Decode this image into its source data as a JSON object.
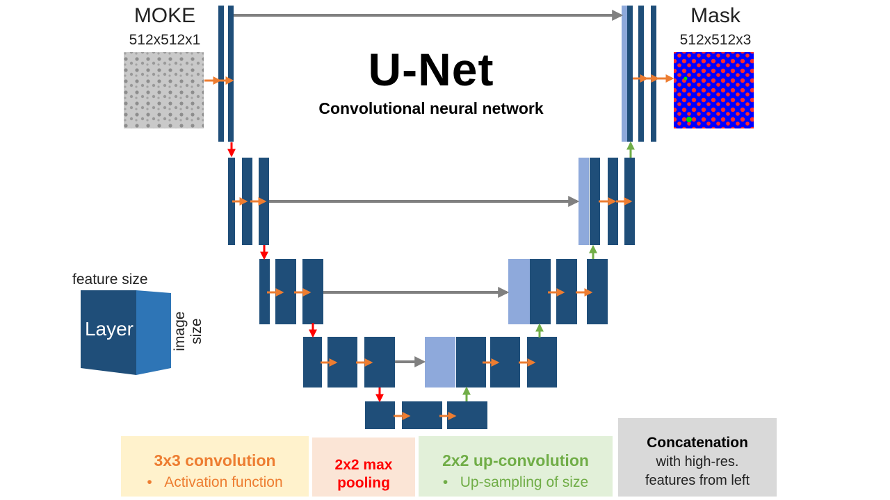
{
  "input": {
    "title": "MOKE",
    "dims": "512x512x1"
  },
  "output": {
    "title": "Mask",
    "dims": "512x512x3"
  },
  "heading": {
    "title": "U-Net",
    "subtitle": "Convolutional neural network"
  },
  "layer_key": {
    "top": "feature size",
    "side": "image size",
    "face": "Layer"
  },
  "legend": {
    "conv": {
      "title": "3x3 convolution",
      "bullet": "•",
      "sub": "Activation function",
      "color": "#ED7D31",
      "bg": "#FFF2CC"
    },
    "pool": {
      "line1": "2x2 max",
      "line2": "pooling",
      "color": "#FF0000",
      "bg": "#FBE5D6"
    },
    "upconv": {
      "title": "2x2 up-convolution",
      "bullet": "•",
      "sub": "Up-sampling of size",
      "color": "#70AD47",
      "bg": "#E2F0D9"
    },
    "concat": {
      "title": "Concatenation",
      "line2": "with high-res.",
      "line3": "features from left",
      "color": "#808080",
      "bg": "#D9D9D9"
    }
  },
  "colors": {
    "block": "#1F4E79",
    "skip": "#8EA9DB",
    "conv_arrow": "#ED7D31",
    "pool_arrow": "#FF0000",
    "up_arrow": "#70AD47",
    "concat_arrow": "#808080"
  }
}
